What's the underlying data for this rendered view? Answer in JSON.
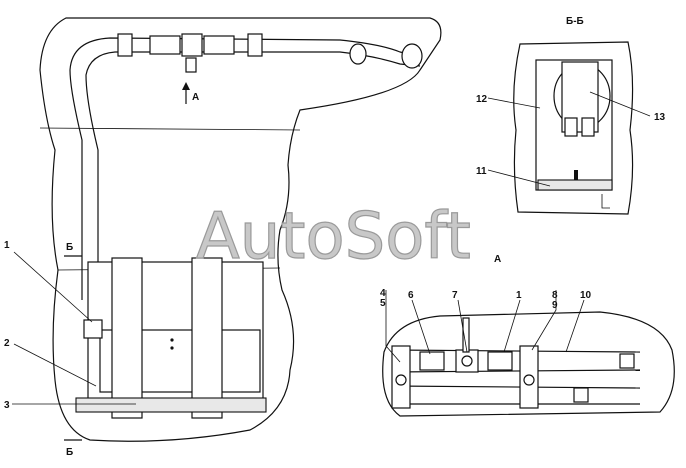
{
  "view_labels": {
    "section": "Б-Б",
    "detail": "А",
    "arrow_a": "А",
    "section_mark_top": "Б",
    "section_mark_bottom": "Б"
  },
  "callouts_main": [
    "1",
    "2",
    "3"
  ],
  "callouts_section": [
    "12",
    "13",
    "11"
  ],
  "callouts_detail": [
    "4",
    "5",
    "6",
    "7",
    "1",
    "8",
    "9",
    "10"
  ],
  "watermark": "AutoSoft"
}
